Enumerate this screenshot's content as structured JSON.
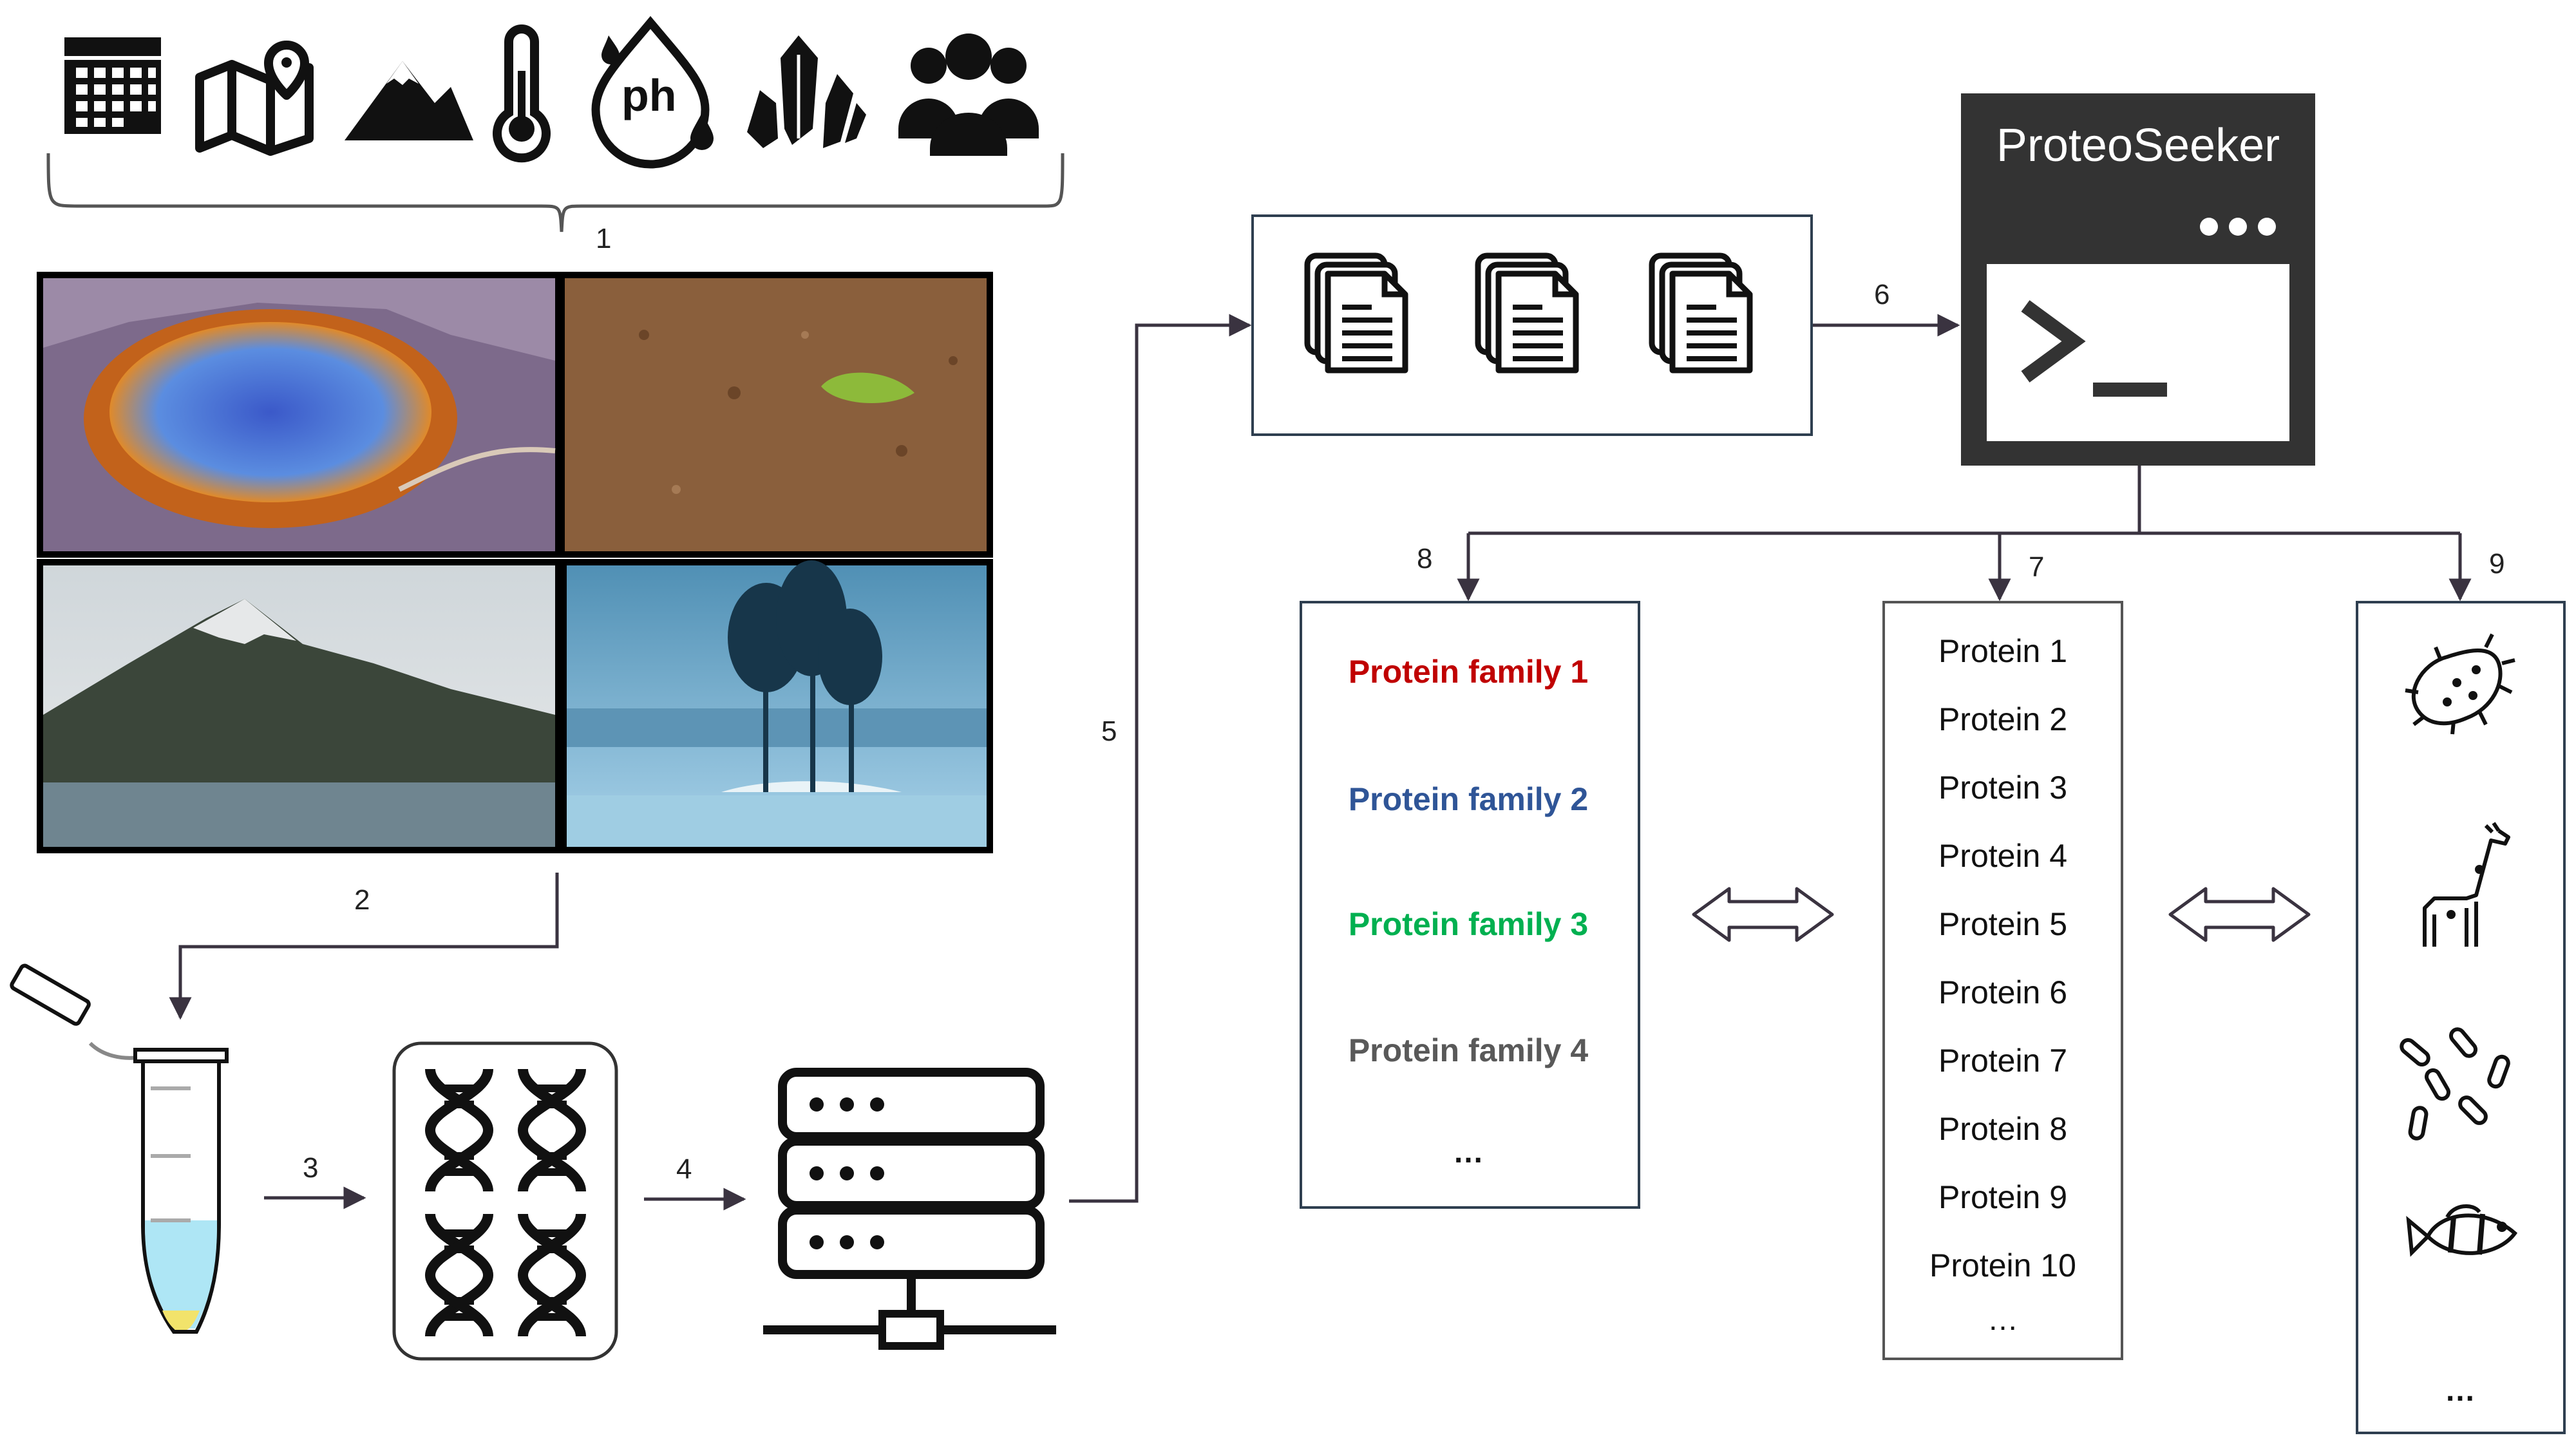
{
  "steps": [
    "1",
    "2",
    "3",
    "4",
    "5",
    "6",
    "7",
    "8",
    "9"
  ],
  "icons": {
    "metadata": [
      "calendar-icon",
      "map-icon",
      "mountain-icon",
      "thermometer-icon",
      "ph-drop-icon",
      "crystal-icon",
      "people-icon"
    ],
    "documents": [
      "document-stack-icon",
      "document-stack-icon",
      "document-stack-icon"
    ],
    "organisms": [
      "bacterium-icon",
      "giraffe-icon",
      "microbes-icon",
      "clownfish-icon"
    ]
  },
  "tool": {
    "name": "ProteoSeeker",
    "menu": "•••",
    "prompt": ">_"
  },
  "families": [
    {
      "label": "Protein family 1",
      "color": "#c00000"
    },
    {
      "label": "Protein family 2",
      "color": "#2f5597"
    },
    {
      "label": "Protein family 3",
      "color": "#00b050"
    },
    {
      "label": "Protein family 4",
      "color": "#595959"
    }
  ],
  "family_more": "…",
  "proteins": [
    "Protein 1",
    "Protein 2",
    "Protein 3",
    "Protein 4",
    "Protein 5",
    "Protein 6",
    "Protein 7",
    "Protein 8",
    "Protein 9",
    "Protein 10"
  ],
  "protein_more": "…",
  "organism_more": "…",
  "colors": {
    "box_border": "#2f3f50",
    "app_bg": "#333333",
    "arrow": "#3a3340",
    "tube_liquid": "#aee6f5",
    "tube_tip": "#f2e36b"
  }
}
